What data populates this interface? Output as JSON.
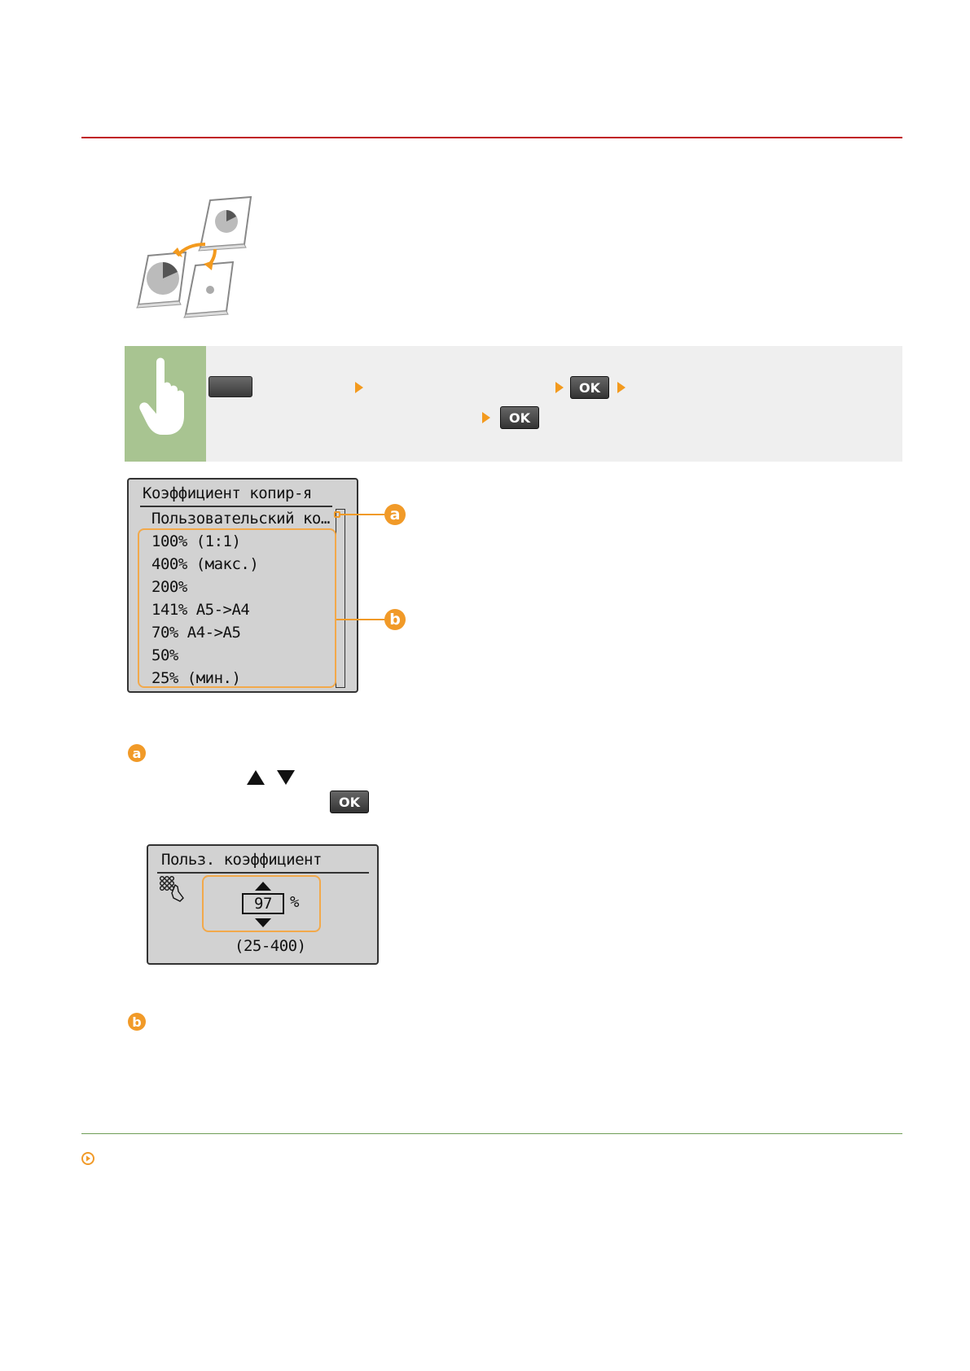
{
  "colors": {
    "heading_rule": "#c0161f",
    "footer_rule": "#6f9d56",
    "accent_orange": "#f19a28",
    "hand_panel": "#a8c491",
    "op_bar": "#efefef",
    "lcd_bg": "#d2d2d2"
  },
  "icons": {
    "illustration": "copy-ratio-illustration",
    "hand": "hand-pointer-icon",
    "nav_arrow": "orange-triangle-arrow-icon",
    "footer_link": "orange-circle-arrow-icon"
  },
  "operation": {
    "ok_label_1": "OK",
    "ok_label_2": "OK"
  },
  "screen1": {
    "title": "Коэффициент копир-я",
    "items": [
      "Пользовательский ко…",
      "100% (1:1)",
      "400% (макс.)",
      "200%",
      "141% A5->A4",
      "70% A4->A5",
      "50%",
      "25% (мин.)"
    ],
    "callout_a": "a",
    "callout_b": "b"
  },
  "section_a": {
    "marker": "a",
    "ok_label": "OK"
  },
  "screen2": {
    "title": "Польз. коэффициент",
    "value": "97",
    "unit": "%",
    "range": "(25-400)"
  },
  "section_b": {
    "marker": "b"
  }
}
